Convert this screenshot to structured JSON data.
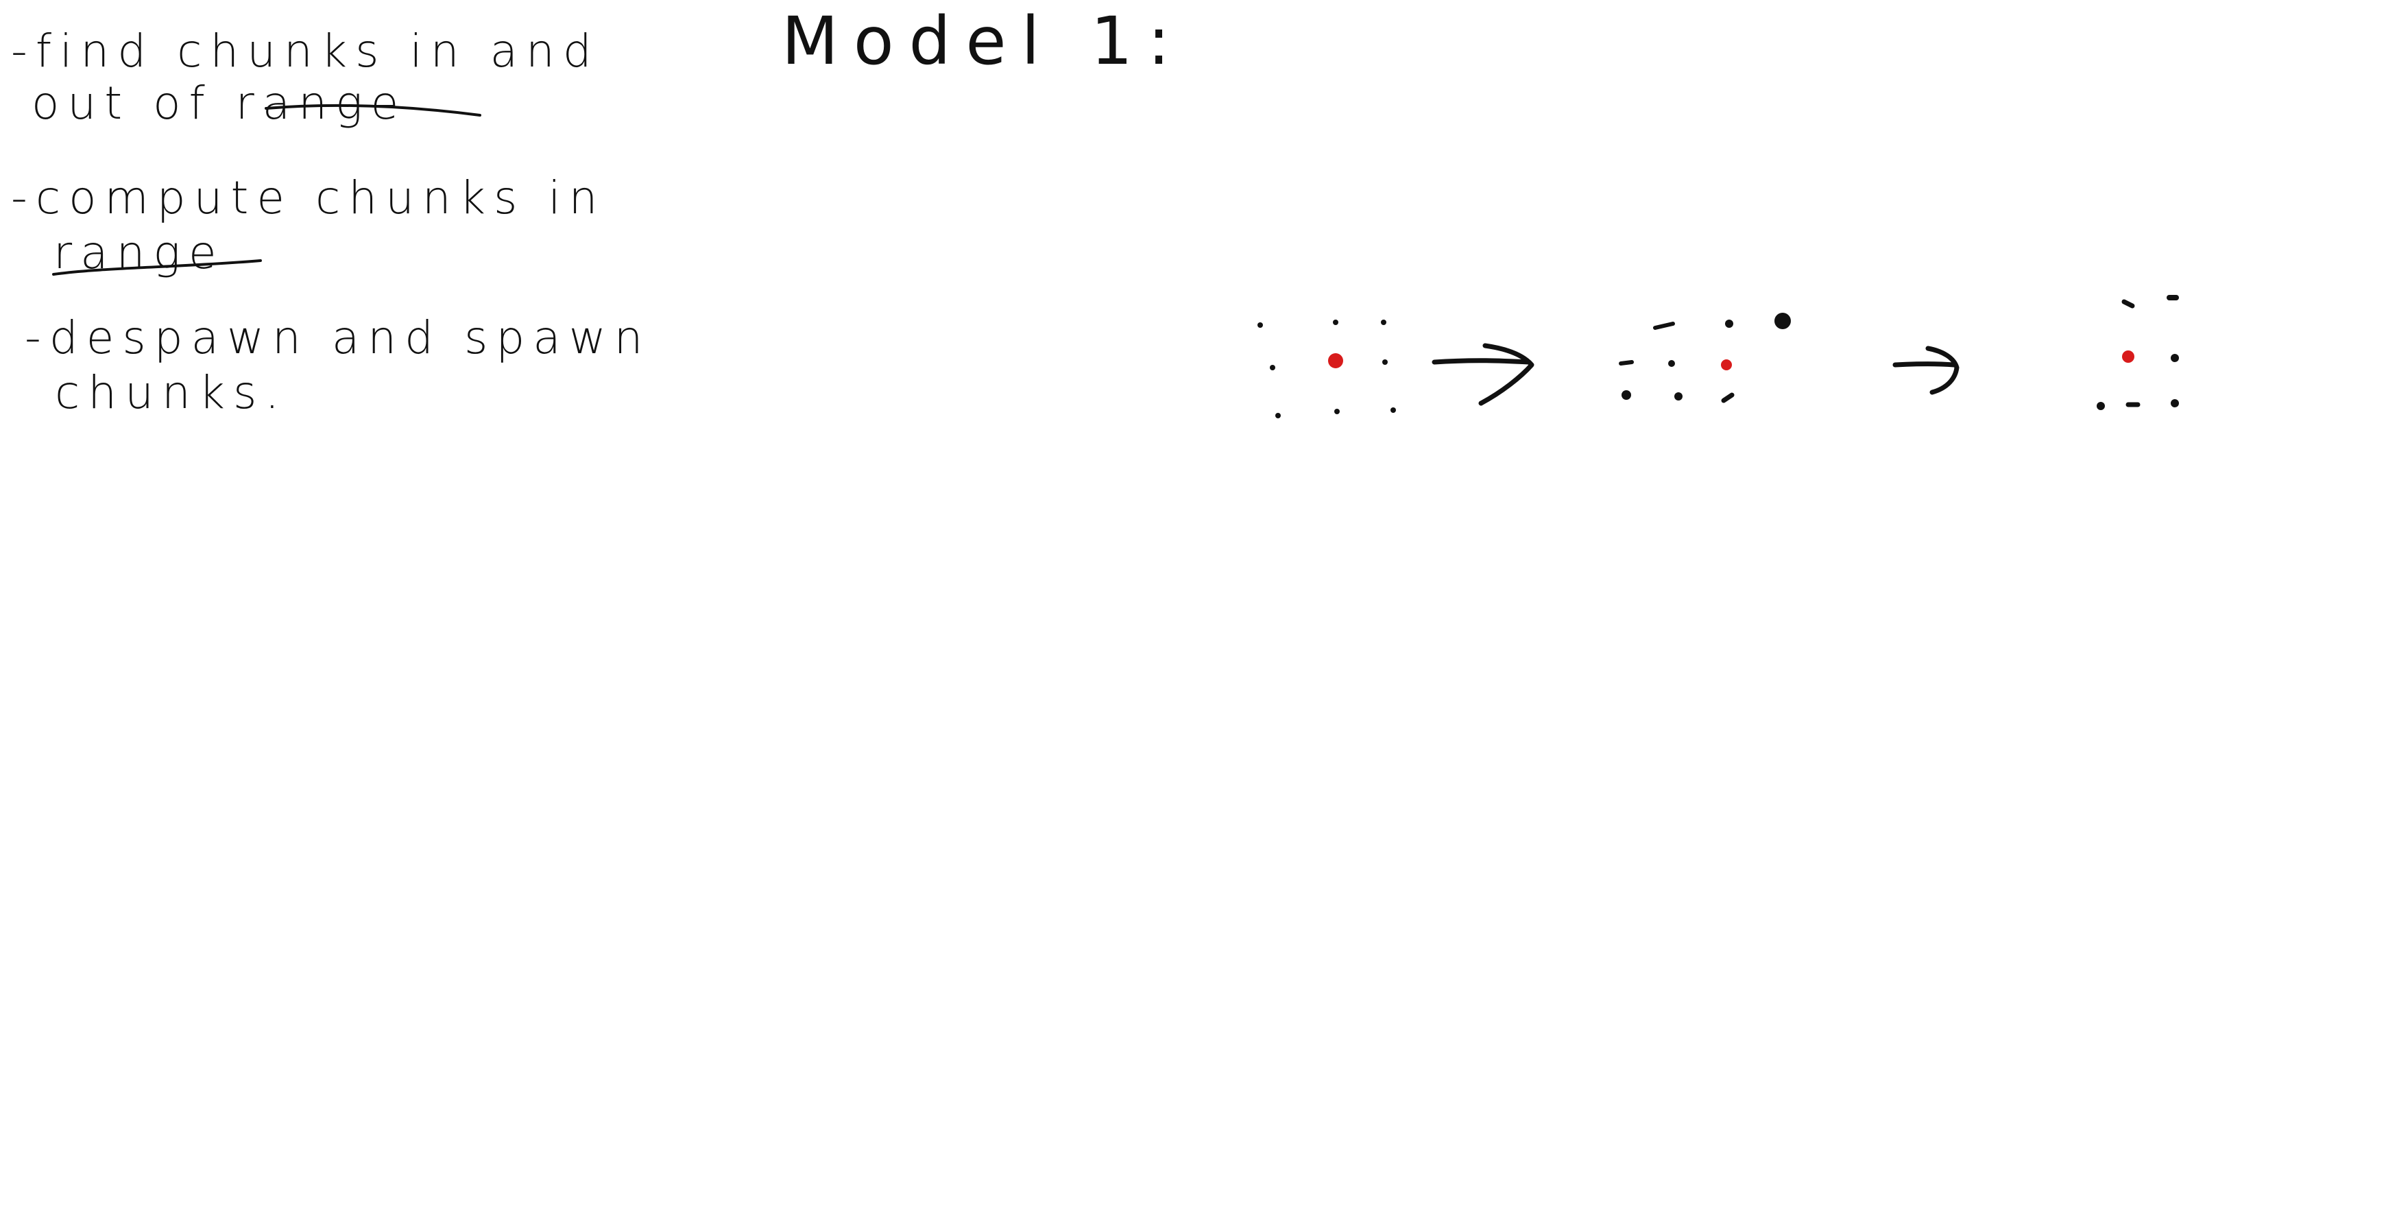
{
  "notes": [
    {
      "line1": "-find chunks in and",
      "line2": "out of range"
    },
    {
      "line1": "-compute chunks in",
      "line2": "range"
    },
    {
      "line1": "-despawn and spawn",
      "line2": "chunks."
    }
  ],
  "title": "Model 1:",
  "colors": {
    "ink": "#111111",
    "player_marker": "#d81b1b",
    "background": "#ffffff"
  },
  "diagram": {
    "stages": [
      {
        "name": "initial-chunk-grid",
        "description_icon": "dot-grid"
      },
      {
        "name": "moved-chunk-grid",
        "description_icon": "dot-grid"
      },
      {
        "name": "updated-chunk-grid",
        "description_icon": "dot-grid"
      }
    ],
    "arrows": [
      {
        "name": "arrow-right-icon"
      },
      {
        "name": "arrow-right-icon"
      }
    ]
  }
}
